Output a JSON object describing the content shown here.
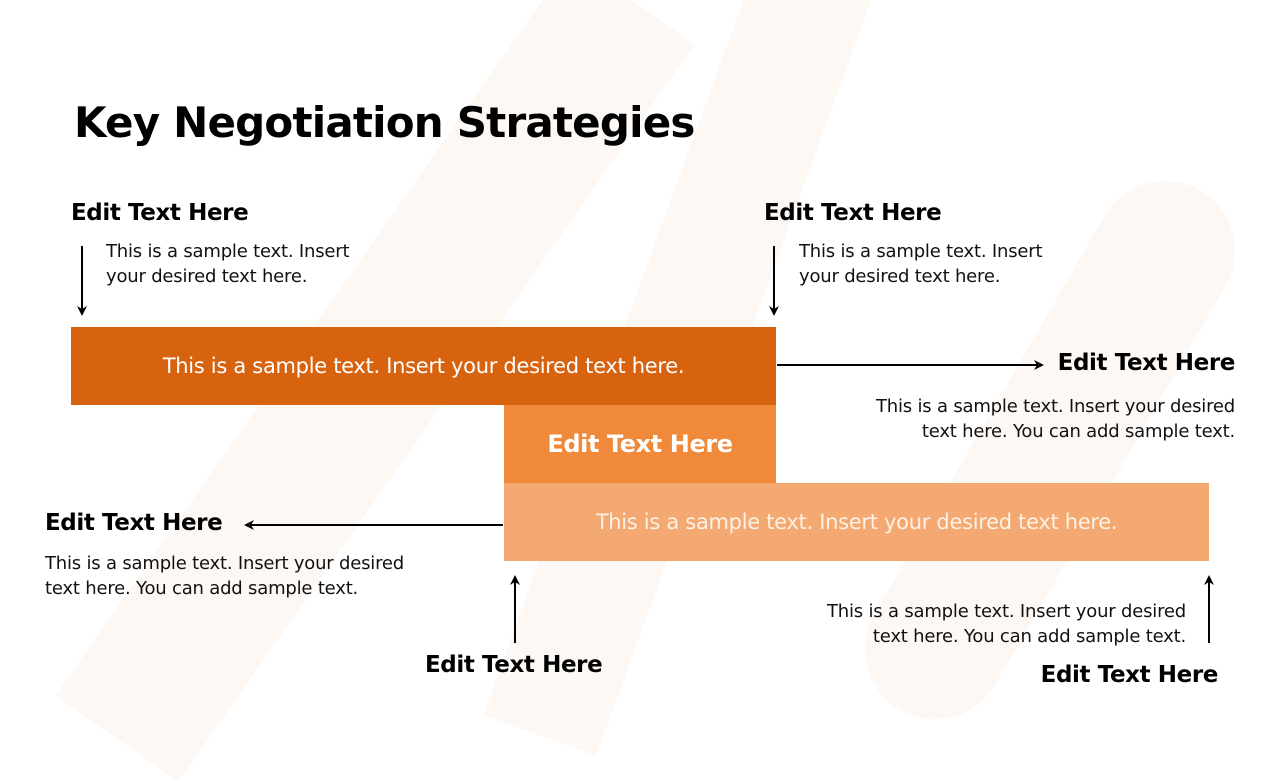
{
  "slide": {
    "title": "Key Negotiation Strategies",
    "colors": {
      "bar_dark": "#d8630f",
      "bar_mid": "#f0893a",
      "bar_light": "#f3a971",
      "text": "#000000",
      "watermark": "#fdf8f3"
    }
  },
  "bars": [
    {
      "id": "bar-1",
      "text": "This is a sample text. Insert your desired text here."
    },
    {
      "id": "bar-2",
      "text": "Edit Text Here"
    },
    {
      "id": "bar-3",
      "text": "This is a sample text. Insert your desired text here."
    }
  ],
  "callouts": {
    "top_left": {
      "heading": "Edit Text Here",
      "body_line1": "This is a sample text. Insert",
      "body_line2": "your desired text here.",
      "arrow": "arrow-down"
    },
    "top_right": {
      "heading": "Edit Text Here",
      "body_line1": "This is a sample text. Insert",
      "body_line2": "your desired text here.",
      "arrow": "arrow-down"
    },
    "right": {
      "heading": "Edit Text Here",
      "body_line1": "This is a sample text. Insert your desired",
      "body_line2": "text here. You can add sample text.",
      "arrow": "arrow-right"
    },
    "left": {
      "heading": "Edit Text Here",
      "body_line1": "This is a sample text. Insert your desired",
      "body_line2": "text here. You can add sample text.",
      "arrow": "arrow-left"
    },
    "bottom_center": {
      "heading": "Edit Text Here",
      "arrow": "arrow-up"
    },
    "bottom_right": {
      "heading": "Edit Text Here",
      "body_line1": "This is a sample text. Insert your desired",
      "body_line2": "text here. You can add sample text.",
      "arrow": "arrow-up"
    }
  }
}
